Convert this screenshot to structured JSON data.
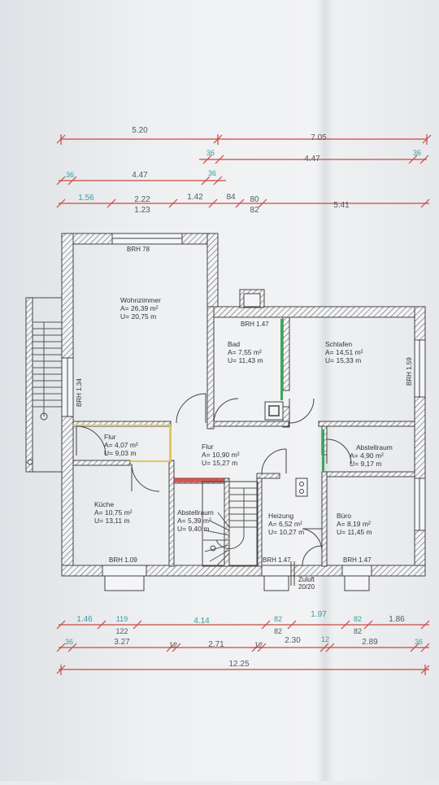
{
  "colors": {
    "paper": "#eceef1",
    "dim_line": "#c9483f",
    "dim_text_dark": "#555a5c",
    "dim_text_teal": "#3e9aa0",
    "room_text": "#333333",
    "green": "#3aa55a",
    "yellow": "#e3c65a",
    "red": "#d93a3a"
  },
  "dimensions_top": {
    "row1": [
      "5.20",
      "7.05"
    ],
    "row2": [
      "36",
      "4.47",
      "36"
    ],
    "row3": [
      "36",
      "4.47",
      "36"
    ],
    "row4": [
      "1.56",
      "2.22",
      "1.42",
      "84",
      "80",
      "5.41"
    ],
    "row4_sub": [
      "1.23",
      "82"
    ]
  },
  "dimensions_bottom": {
    "row1": [
      "1.46",
      "119",
      "4.14",
      "82",
      "1.97",
      "82",
      "1.86"
    ],
    "row1_sub": [
      "122",
      "82",
      "82"
    ],
    "row2": [
      "36",
      "3.27",
      "12",
      "2.71",
      "12",
      "2.30",
      "12",
      "2.89",
      "36"
    ],
    "row3": [
      "12.25"
    ]
  },
  "rooms": {
    "wohnzimmer": {
      "name": "Wohnzimmer",
      "area": "A= 26,39 m²",
      "perimeter": "U= 20,75 m"
    },
    "bad": {
      "name": "Bad",
      "area": "A=  7,55 m²",
      "perimeter": "U= 11,43 m"
    },
    "schlafen": {
      "name": "Schlafen",
      "area": "A= 14,51 m²",
      "perimeter": "U= 15,33 m"
    },
    "flur_small": {
      "name": "Flur",
      "area": "A= 4,07 m²",
      "perimeter": "U= 9,03 m"
    },
    "flur_main": {
      "name": "Flur",
      "area": "A= 10,90 m²",
      "perimeter": "U= 15,27 m"
    },
    "abstellraum_right": {
      "name": "Abstellraum",
      "area": "A= 4,90 m²",
      "perimeter": "U= 9,17 m"
    },
    "kueche": {
      "name": "Küche",
      "area": "A= 10,75 m²",
      "perimeter": "U= 13,11 m"
    },
    "abstellraum_center": {
      "name": "Abstellraum",
      "area": "A= 5,39 m²",
      "perimeter": "U= 9,40 m"
    },
    "heizung": {
      "name": "Heizung",
      "area": "A=  6,52 m²",
      "perimeter": "U= 10,27 m"
    },
    "buero": {
      "name": "Büro",
      "area": "A=  8,19 m²",
      "perimeter": "U= 11,45 m"
    }
  },
  "window_labels": {
    "wohnzimmer_top": "BRH 78",
    "bad_top": "BRH 1.47",
    "left_side": "BRH 1.34",
    "right_side": "BRH 1.59",
    "kueche_bottom": "BRH 1.09",
    "heizung_bottom": "BRH 1.47",
    "buero_bottom": "BRH 1.47"
  },
  "notes": {
    "zuluft": "Zuluft",
    "zuluft_size": "20/20"
  }
}
